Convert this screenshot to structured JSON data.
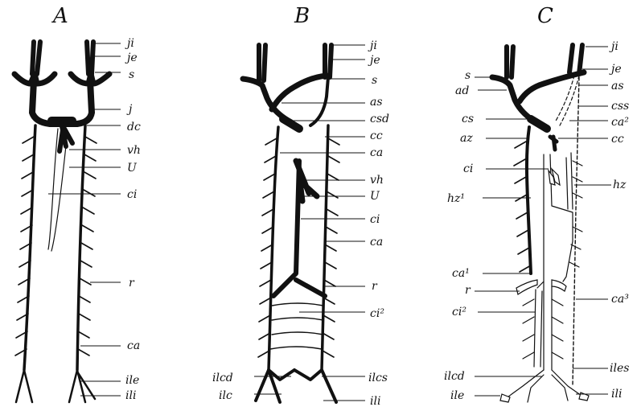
{
  "figures": [
    {
      "id": "A",
      "title": "A",
      "labels": [
        "ji",
        "je",
        "s",
        "j",
        "dc",
        "vh",
        "U",
        "ci",
        "r",
        "ca",
        "ile",
        "ili"
      ]
    },
    {
      "id": "B",
      "title": "B",
      "labels_right": [
        "ji",
        "je",
        "s",
        "as",
        "csd",
        "cc",
        "ca",
        "vh",
        "U",
        "ci",
        "ca",
        "r",
        "ci²",
        "ilcs",
        "ili"
      ],
      "labels_left": [
        "ilcd",
        "ilc"
      ]
    },
    {
      "id": "C",
      "title": "C",
      "labels_right": [
        "ji",
        "je",
        "as",
        "css",
        "ca²",
        "cc",
        "hz",
        "ca³",
        "iles",
        "ili"
      ],
      "labels_left": [
        "s",
        "ad",
        "cs",
        "az",
        "ci",
        "hz¹",
        "ca¹",
        "r",
        "ci²",
        "ilcd",
        "ile"
      ]
    }
  ]
}
